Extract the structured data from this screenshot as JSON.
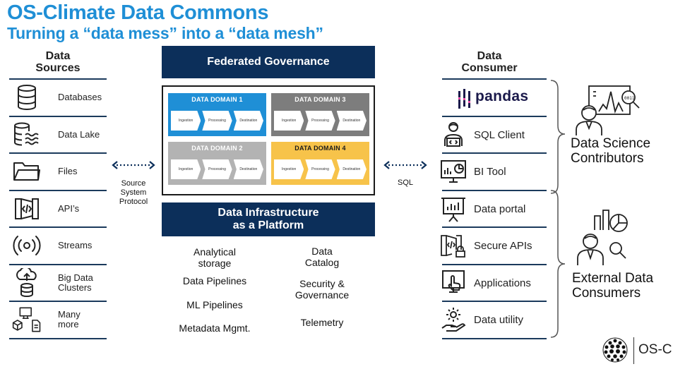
{
  "header": {
    "title": "OS-Climate Data Commons",
    "subtitle": "Turning a “data mess” into a “data mesh”"
  },
  "sources": {
    "heading_line1": "Data",
    "heading_line2": "Sources",
    "items": [
      {
        "label": "Databases",
        "icon": "database-icon"
      },
      {
        "label": "Data Lake",
        "icon": "data-lake-icon"
      },
      {
        "label": "Files",
        "icon": "folder-icon"
      },
      {
        "label": "API’s",
        "icon": "api-icon"
      },
      {
        "label": "Streams",
        "icon": "stream-icon"
      },
      {
        "label_line1": "Big Data",
        "label_line2": "Clusters",
        "icon": "big-data-icon"
      },
      {
        "label_line1": "Many",
        "label_line2": "more",
        "icon": "many-more-icon"
      }
    ]
  },
  "source_connector": {
    "line1": "Source",
    "line2": "System",
    "line3": "Protocol"
  },
  "governance": {
    "label": "Federated Governance"
  },
  "domains": [
    {
      "title": "DATA DOMAIN 1",
      "color": "#1f8fd6",
      "text_color": "#ffffff",
      "steps": [
        "Ingestion",
        "Processing",
        "Destination"
      ]
    },
    {
      "title": "DATA DOMAIN 3",
      "color": "#7d7d7d",
      "text_color": "#ffffff",
      "steps": [
        "Ingestion",
        "Processing",
        "Destination"
      ]
    },
    {
      "title": "DATA DOMAIN 2",
      "color": "#b3b3b3",
      "text_color": "#ffffff",
      "steps": [
        "Ingestion",
        "Processing",
        "Destination"
      ]
    },
    {
      "title": "DATA DOMAIN 4",
      "color": "#f7c34a",
      "text_color": "#1a1a1a",
      "steps": [
        "Ingestion",
        "Processing",
        "Destination"
      ]
    }
  ],
  "infrastructure": {
    "label_line1": "Data Infrastructure",
    "label_line2": "as a Platform",
    "left_items": [
      {
        "line1": "Analytical",
        "line2": "storage"
      },
      {
        "line1": "Data Pipelines"
      },
      {
        "line1": "ML Pipelines"
      },
      {
        "line1": "Metadata Mgmt."
      }
    ],
    "right_items": [
      {
        "line1": "Data",
        "line2": "Catalog"
      },
      {
        "line1": "Security &",
        "line2": "Governance"
      },
      {
        "line1": "Telemetry"
      }
    ]
  },
  "consumer_connector": {
    "label": "SQL"
  },
  "consumers": {
    "heading_line1": "Data",
    "heading_line2": "Consumer",
    "pandas_logo": "pandas",
    "items": [
      {
        "label": "SQL Client",
        "icon": "sql-client-icon"
      },
      {
        "label": "BI Tool",
        "icon": "bi-tool-icon"
      },
      {
        "label": "Data portal",
        "icon": "data-portal-icon"
      },
      {
        "label": "Secure APIs",
        "icon": "secure-api-icon"
      },
      {
        "label": "Applications",
        "icon": "applications-icon"
      },
      {
        "label": "Data utility",
        "icon": "data-utility-icon"
      }
    ]
  },
  "groups": {
    "science_line1": "Data Science",
    "science_line2": "Contributors",
    "external_line1": "External Data",
    "external_line2": "Consumers"
  },
  "brand": {
    "label": "OS-C"
  },
  "colors": {
    "accent_blue": "#1f8fd6",
    "navy": "#0c2f5a",
    "pandas_accent": "#e70488"
  }
}
